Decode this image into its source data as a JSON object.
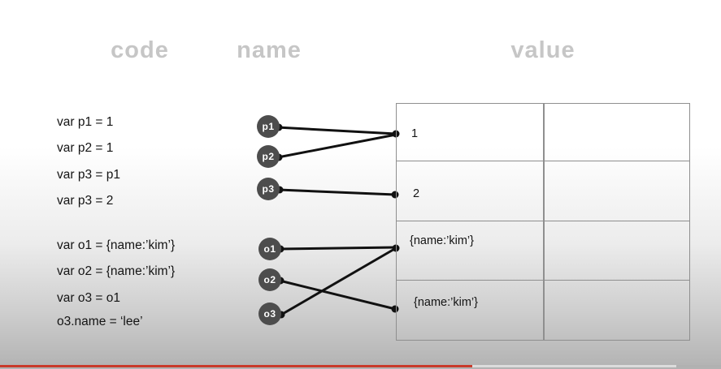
{
  "header": {
    "columns": {
      "code": "code",
      "name": "name",
      "value": "value"
    }
  },
  "code": {
    "lines": [
      "var p1 = 1",
      "var p2 = 1",
      "var p3 = p1",
      "var p3 = 2",
      "var o1 = {name:’kim’}",
      "var o2 = {name:’kim’}",
      "var o3 = o1",
      "o3.name = ‘lee’"
    ]
  },
  "nodes": [
    {
      "label": "p1"
    },
    {
      "label": "p2"
    },
    {
      "label": "p3"
    },
    {
      "label": "o1"
    },
    {
      "label": "o2"
    },
    {
      "label": "o3"
    }
  ],
  "value_table": {
    "rows": [
      {
        "value": "1"
      },
      {
        "value": "2"
      },
      {
        "value": "{name:’kim’}"
      },
      {
        "value": "{name:’kim’}"
      }
    ]
  },
  "connections": [
    {
      "from": "p1",
      "to_row": 1
    },
    {
      "from": "p2",
      "to_row": 1
    },
    {
      "from": "p3",
      "to_row": 2
    },
    {
      "from": "o1",
      "to_row": 3
    },
    {
      "from": "o2",
      "to_row": 4
    },
    {
      "from": "o3",
      "to_row": 3
    }
  ],
  "colors": {
    "header_text": "#c6c6c6",
    "node_fill": "#4d4d4d",
    "node_text": "#ffffff",
    "wire": "#111111",
    "table_border": "#8f8f8f",
    "progress_played": "#c93a2b",
    "progress_buffered": "#dcdcdc"
  },
  "player": {
    "progress_played_fraction": "0.65"
  }
}
